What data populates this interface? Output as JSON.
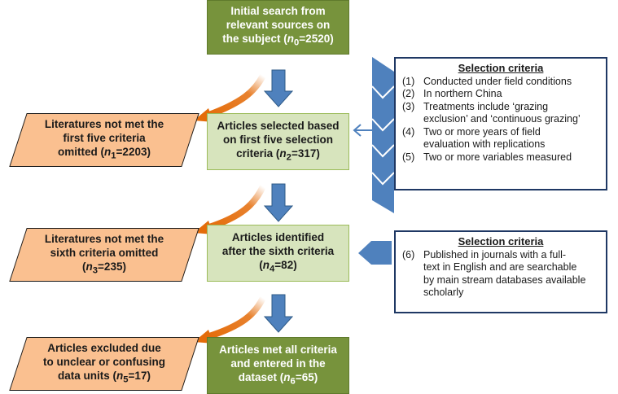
{
  "boxes": {
    "initial": [
      "Initial search from",
      "relevant sources on",
      "the subject (",
      "0",
      "=2520)"
    ],
    "selected": [
      "Articles selected based",
      "on first five selection",
      "criteria (",
      "2",
      "=317)"
    ],
    "identified": [
      "Articles identified",
      "after the sixth criteria",
      "(",
      "4",
      "=82)"
    ],
    "final": [
      "Articles met all criteria",
      "and entered in the",
      "dataset  (",
      "6",
      "=65)"
    ]
  },
  "omitted": {
    "first": [
      "Literatures not met the",
      "first five criteria",
      "omitted (",
      "1",
      "=2203)"
    ],
    "second": [
      "Literatures not met the",
      "sixth criteria omitted",
      "(",
      "3",
      "=235)"
    ],
    "third": [
      "Articles excluded due",
      "to unclear or confusing",
      "data units (",
      "5",
      "=17)"
    ]
  },
  "n_symbol": "n",
  "criteria1": {
    "title": "Selection criteria",
    "items": [
      {
        "num": "(1)",
        "text": "Conducted under field conditions"
      },
      {
        "num": "(2)",
        "text": "In northern China"
      },
      {
        "num": "(3)",
        "text": "Treatments include ‘grazing\nexclusion’ and ‘continuous grazing’"
      },
      {
        "num": "(4)",
        "text": "Two or more years of field\nevaluation with replications"
      },
      {
        "num": "(5)",
        "text": "Two or more variables measured"
      }
    ]
  },
  "criteria2": {
    "title": "Selection criteria",
    "items": [
      {
        "num": "(6)",
        "text": "Published in journals with a full-\ntext in English and are searchable\nby main stream databases available\nscholarly"
      }
    ]
  },
  "colors": {
    "green_dark": "#77933c",
    "green_light": "#d7e4bd",
    "orange": "#fac090",
    "blue_arrow": "#4f81bd",
    "orange_arrow": "#e46c0a",
    "navy_border": "#1f3864"
  }
}
